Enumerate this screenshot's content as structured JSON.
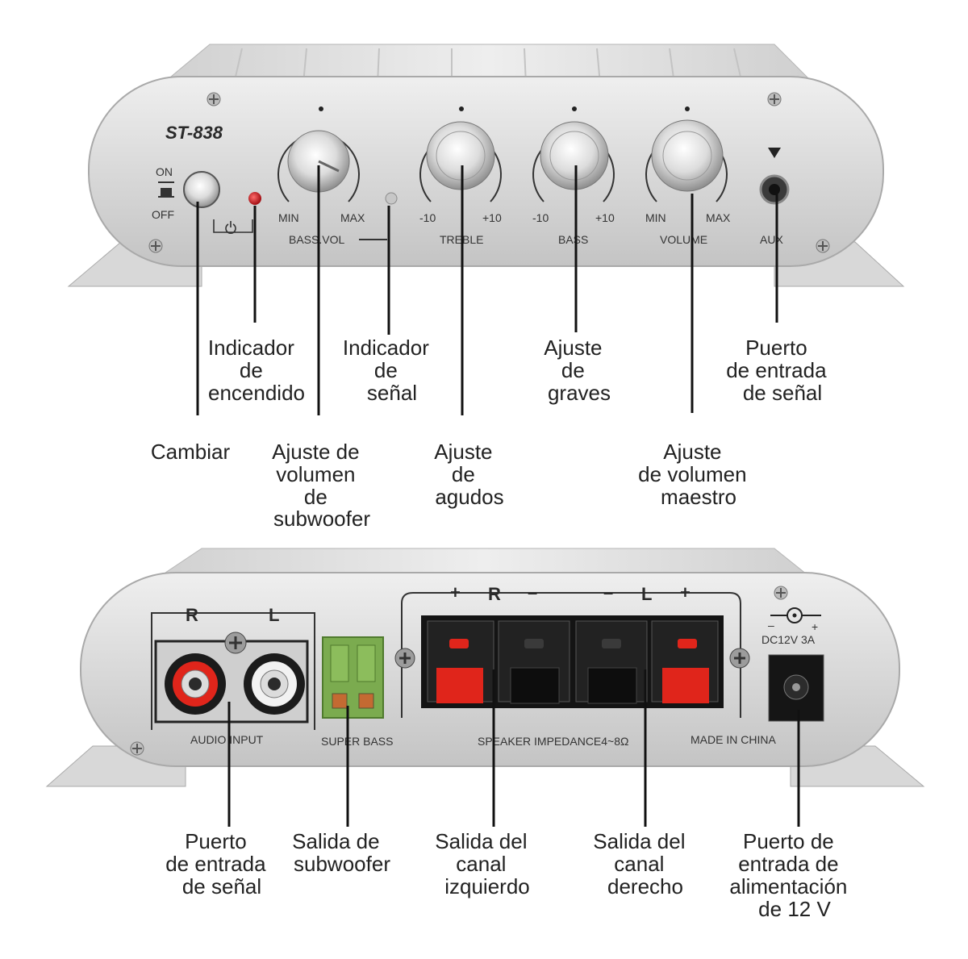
{
  "front_panel": {
    "model": "ST-838",
    "switch_on": "ON",
    "switch_off": "OFF",
    "bass_min": "MIN",
    "bass_max": "MAX",
    "bass_title": "BASS.VOL",
    "treble_min": "-10",
    "treble_max": "+10",
    "treble_title": "TREBLE",
    "bass_knob_min": "-10",
    "bass_knob_max": "+10",
    "bass_knob_title": "BASS",
    "volume_min": "MIN",
    "volume_max": "MAX",
    "volume_title": "VOLUME",
    "aux_title": "AUX"
  },
  "rear_panel": {
    "input_r": "R",
    "input_l": "L",
    "audio_input": "AUDIO INPUT",
    "super_bass": "SUPER BASS",
    "spk_plus_r": "+",
    "spk_r": "R",
    "spk_minus_r": "–",
    "spk_minus_l": "–",
    "spk_l": "L",
    "spk_plus_l": "+",
    "impedance": "SPEAKER IMPEDANCE4~8Ω",
    "made_in": "MADE IN CHINA",
    "dc_rating": "DC12V 3A",
    "dc_minus": "–",
    "dc_plus": "+"
  },
  "callouts_top": {
    "power_indicator": [
      "Indicador",
      "de",
      "encendido"
    ],
    "signal_indicator": [
      "Indicador",
      "de",
      "señal"
    ],
    "bass_adjust": [
      "Ajuste",
      "de",
      "graves"
    ],
    "input_port": [
      "Puerto",
      "de entrada",
      "de señal"
    ],
    "switch": [
      "Cambiar"
    ],
    "sub_volume": [
      "Ajuste de",
      "volumen",
      "de",
      "subwoofer"
    ],
    "treble_adjust": [
      "Ajuste",
      "de",
      "agudos"
    ],
    "master_volume": [
      "Ajuste",
      "de volumen",
      "maestro"
    ]
  },
  "callouts_bottom": {
    "input_port": [
      "Puerto",
      "de entrada",
      "de señal"
    ],
    "sub_output": [
      "Salida de",
      "subwoofer"
    ],
    "left_channel": [
      "Salida del",
      "canal",
      "izquierdo"
    ],
    "right_channel": [
      "Salida del",
      "canal",
      "derecho"
    ],
    "power_input": [
      "Puerto de",
      "entrada de",
      "alimentación",
      "de 12 V"
    ]
  },
  "colors": {
    "chassis": "#dcdcdc",
    "chassis_edge": "#a9a9a9",
    "terminal_red": "#e0251b",
    "terminal_black": "#1a1a1a",
    "sub_terminal_green": "#7bab4f",
    "power_led": "#d4141a"
  }
}
